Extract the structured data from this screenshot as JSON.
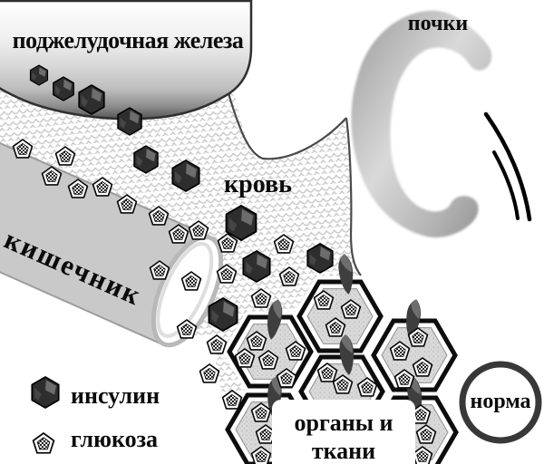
{
  "diagram": {
    "labels": {
      "pancreas": "поджелудочная железа",
      "kidneys": "почки",
      "blood": "кровь",
      "intestine": "кишечник",
      "organs_line1": "органы и",
      "organs_line2": "ткани",
      "norm": "норма"
    },
    "legend": {
      "insulin_label": "инсулин",
      "glucose_label": "глюкоза"
    },
    "icons": {
      "insulin": "dark-hexagon",
      "glucose": "checkered-pentagon",
      "receptor": "dark-lozenge"
    },
    "colors": {
      "insulin_fill": "#2e2e2e",
      "cell_inner_fill": "#d9d9d9",
      "cell_border": "#0d0d0d",
      "vessel_scale": "#c8c8c8",
      "organ_gray": "#c9c9c9",
      "norm_ring": "#383838"
    }
  }
}
